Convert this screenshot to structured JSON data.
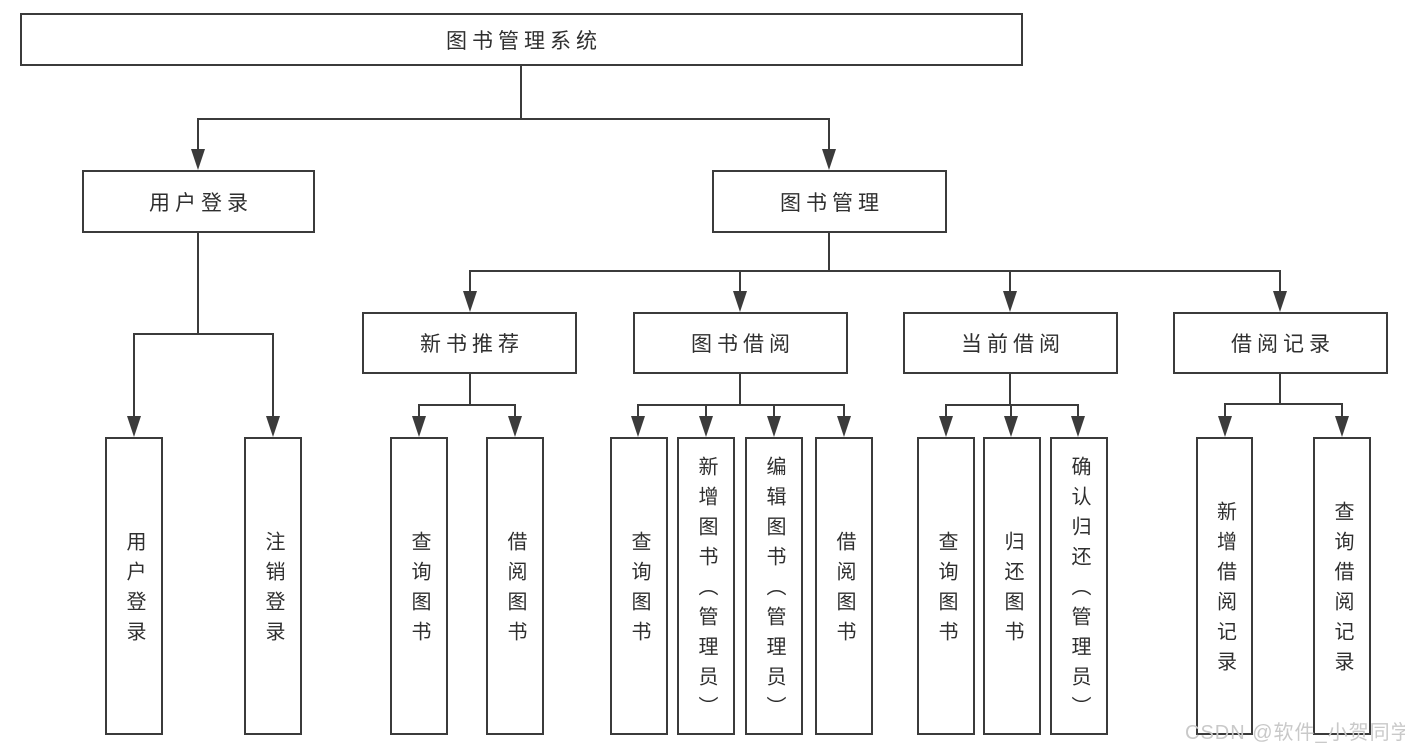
{
  "tree": {
    "label": "图书管理系统",
    "children": [
      {
        "label": "用户登录",
        "children": [
          {
            "label": "用户登录"
          },
          {
            "label": "注销登录"
          }
        ]
      },
      {
        "label": "图书管理",
        "children": [
          {
            "label": "新书推荐",
            "children": [
              {
                "label": "查询图书"
              },
              {
                "label": "借阅图书"
              }
            ]
          },
          {
            "label": "图书借阅",
            "children": [
              {
                "label": "查询图书"
              },
              {
                "label": "新增图书（管理员）"
              },
              {
                "label": "编辑图书（管理员）"
              },
              {
                "label": "借阅图书"
              }
            ]
          },
          {
            "label": "当前借阅",
            "children": [
              {
                "label": "查询图书"
              },
              {
                "label": "归还图书"
              },
              {
                "label": "确认归还（管理员）"
              }
            ]
          },
          {
            "label": "借阅记录",
            "children": [
              {
                "label": "新增借阅记录"
              },
              {
                "label": "查询借阅记录"
              }
            ]
          }
        ]
      }
    ]
  },
  "watermark": {
    "text": "CSDN @软件_小贺同学"
  },
  "colors": {
    "line": "#3b3b3b",
    "text": "#2f2f2f",
    "watermark": "#c9c9c9",
    "background": "#ffffff"
  }
}
